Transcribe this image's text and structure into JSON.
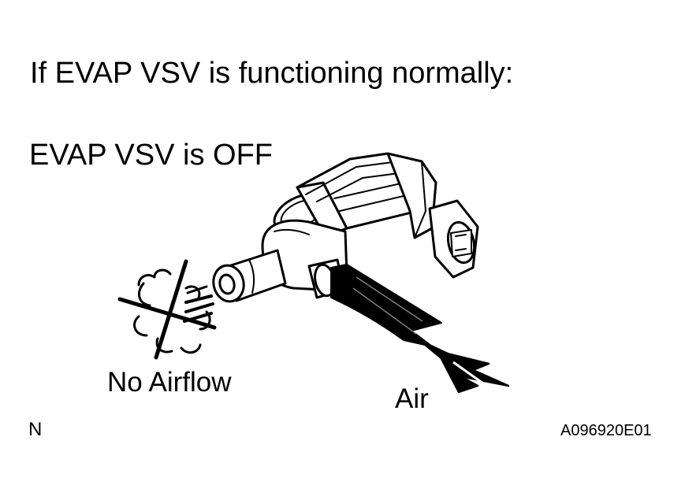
{
  "heading": "If EVAP VSV is functioning normally:",
  "state_label": "EVAP VSV is OFF",
  "no_airflow_label": "No Airflow",
  "air_label": "Air",
  "corner_mark": "N",
  "figure_code": "A096920E01",
  "colors": {
    "line": "#000000",
    "background": "#ffffff"
  },
  "icons": [
    "evap-vsv-valve-illustration",
    "no-airflow-cross-icon",
    "air-hose-illustration",
    "air-direction-arrow-icon"
  ]
}
